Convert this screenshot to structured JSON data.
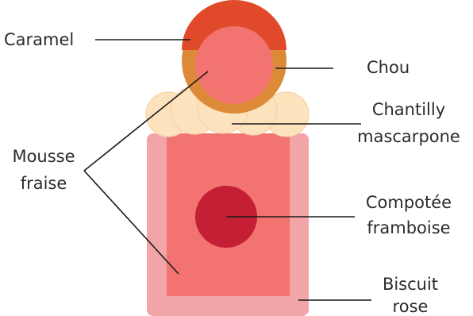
{
  "labels": {
    "caramel": "Caramel",
    "chou": "Chou",
    "chantilly_line1": "Chantilly",
    "chantilly_line2": "mascarpone",
    "mousse_line1": "Mousse",
    "mousse_line2": "fraise",
    "compotee_line1": "Compotée",
    "compotee_line2": "framboise",
    "biscuit_line1": "Biscuit",
    "biscuit_line2": "rose"
  },
  "colors": {
    "caramel": "#e04a2a",
    "chou": "#dc8a37",
    "mousse": "#f27370",
    "chantilly": "#fde3bd",
    "chantilly_edge": "#f7d2a4",
    "biscuit": "#f1a5a8",
    "compotee": "#c51f36",
    "text": "#2b2b2b",
    "line": "#1a1a1a"
  }
}
